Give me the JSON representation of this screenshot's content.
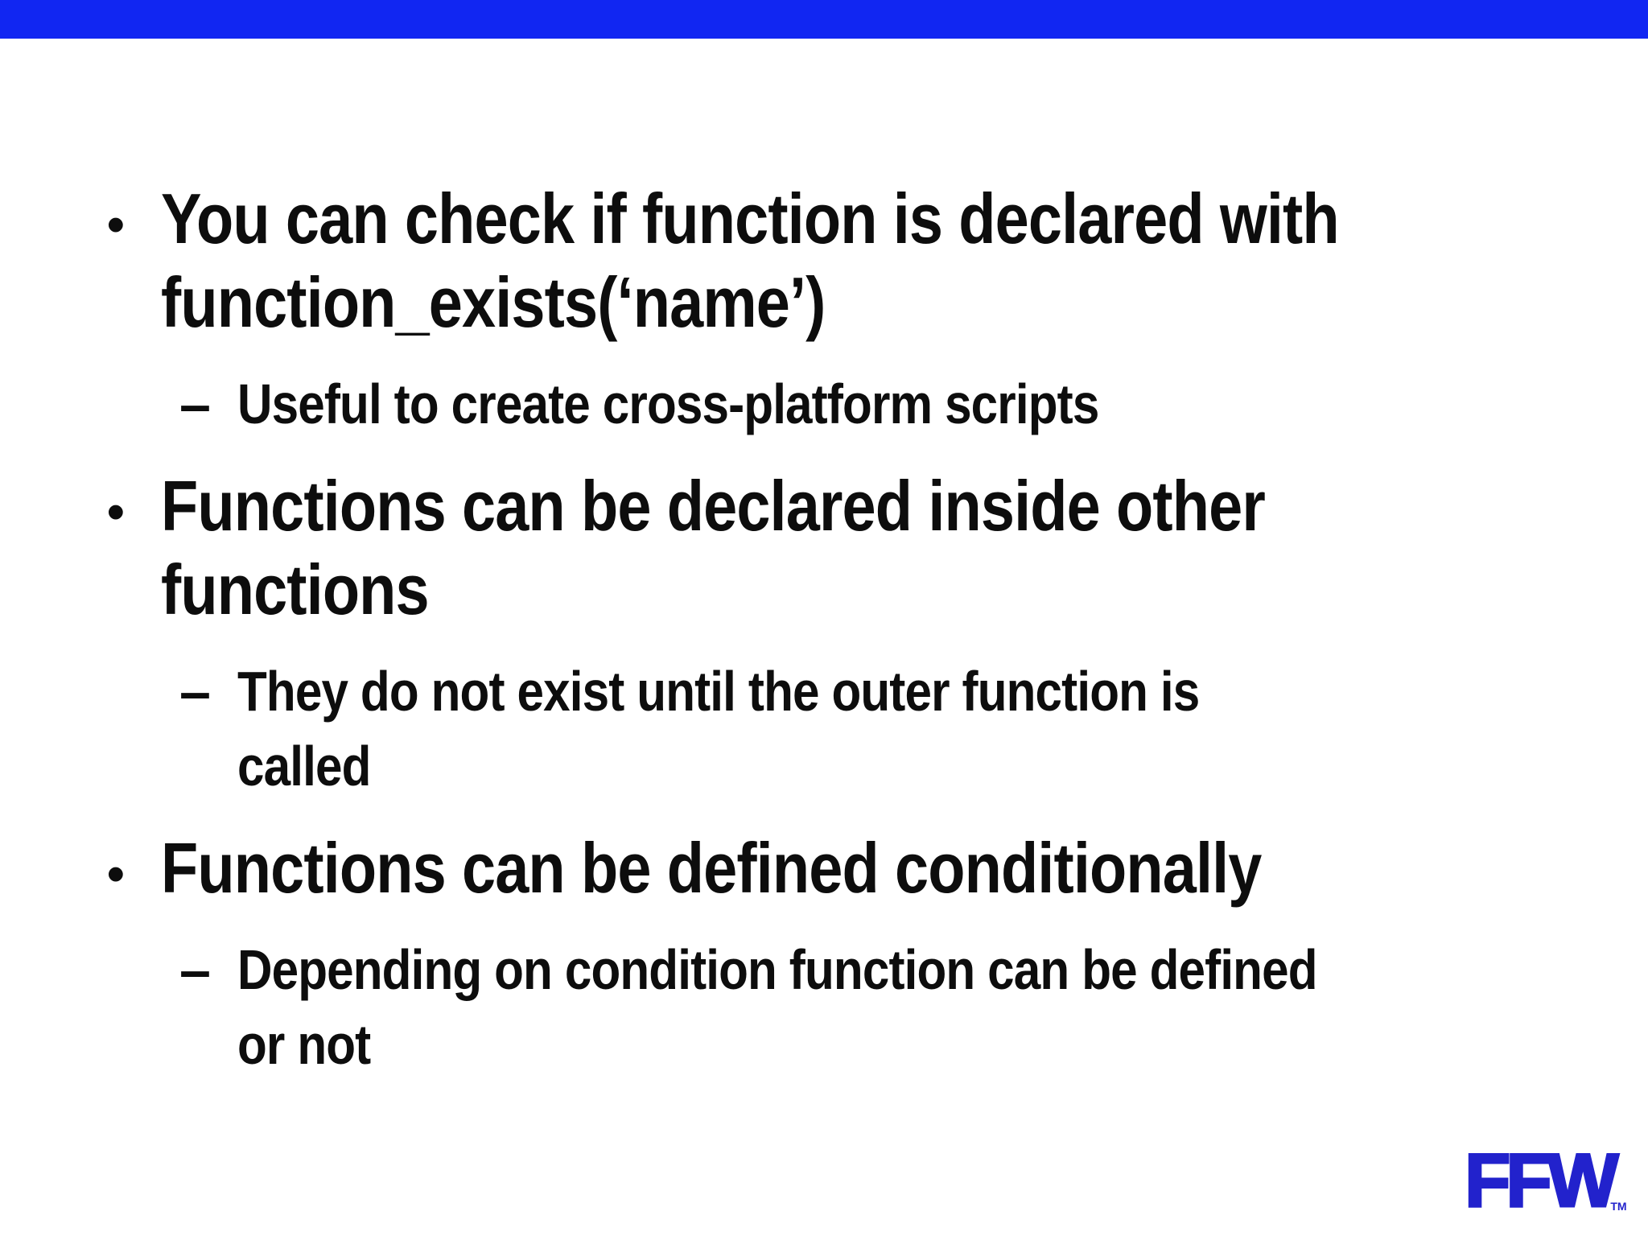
{
  "slide": {
    "background_color": "#ffffff",
    "accent_bar_color": "#1126f2",
    "text_color": "#0d0d0d",
    "bullets": [
      {
        "level": 1,
        "marker": "•",
        "text": "You can check if function is declared with\nfunction_exists(‘name’)"
      },
      {
        "level": 2,
        "marker": "–",
        "text": "Useful to create cross-platform scripts"
      },
      {
        "level": 1,
        "marker": "•",
        "text": "Functions can be declared inside other\nfunctions"
      },
      {
        "level": 2,
        "marker": "–",
        "text": "They do not exist until the outer function is\ncalled"
      },
      {
        "level": 1,
        "marker": "•",
        "text": "Functions can be defined conditionally"
      },
      {
        "level": 2,
        "marker": "–",
        "text": "Depending on condition function can be defined\nor not"
      }
    ],
    "logo": {
      "text": "FFW",
      "trademark": "TM",
      "color": "#2222cc"
    }
  }
}
